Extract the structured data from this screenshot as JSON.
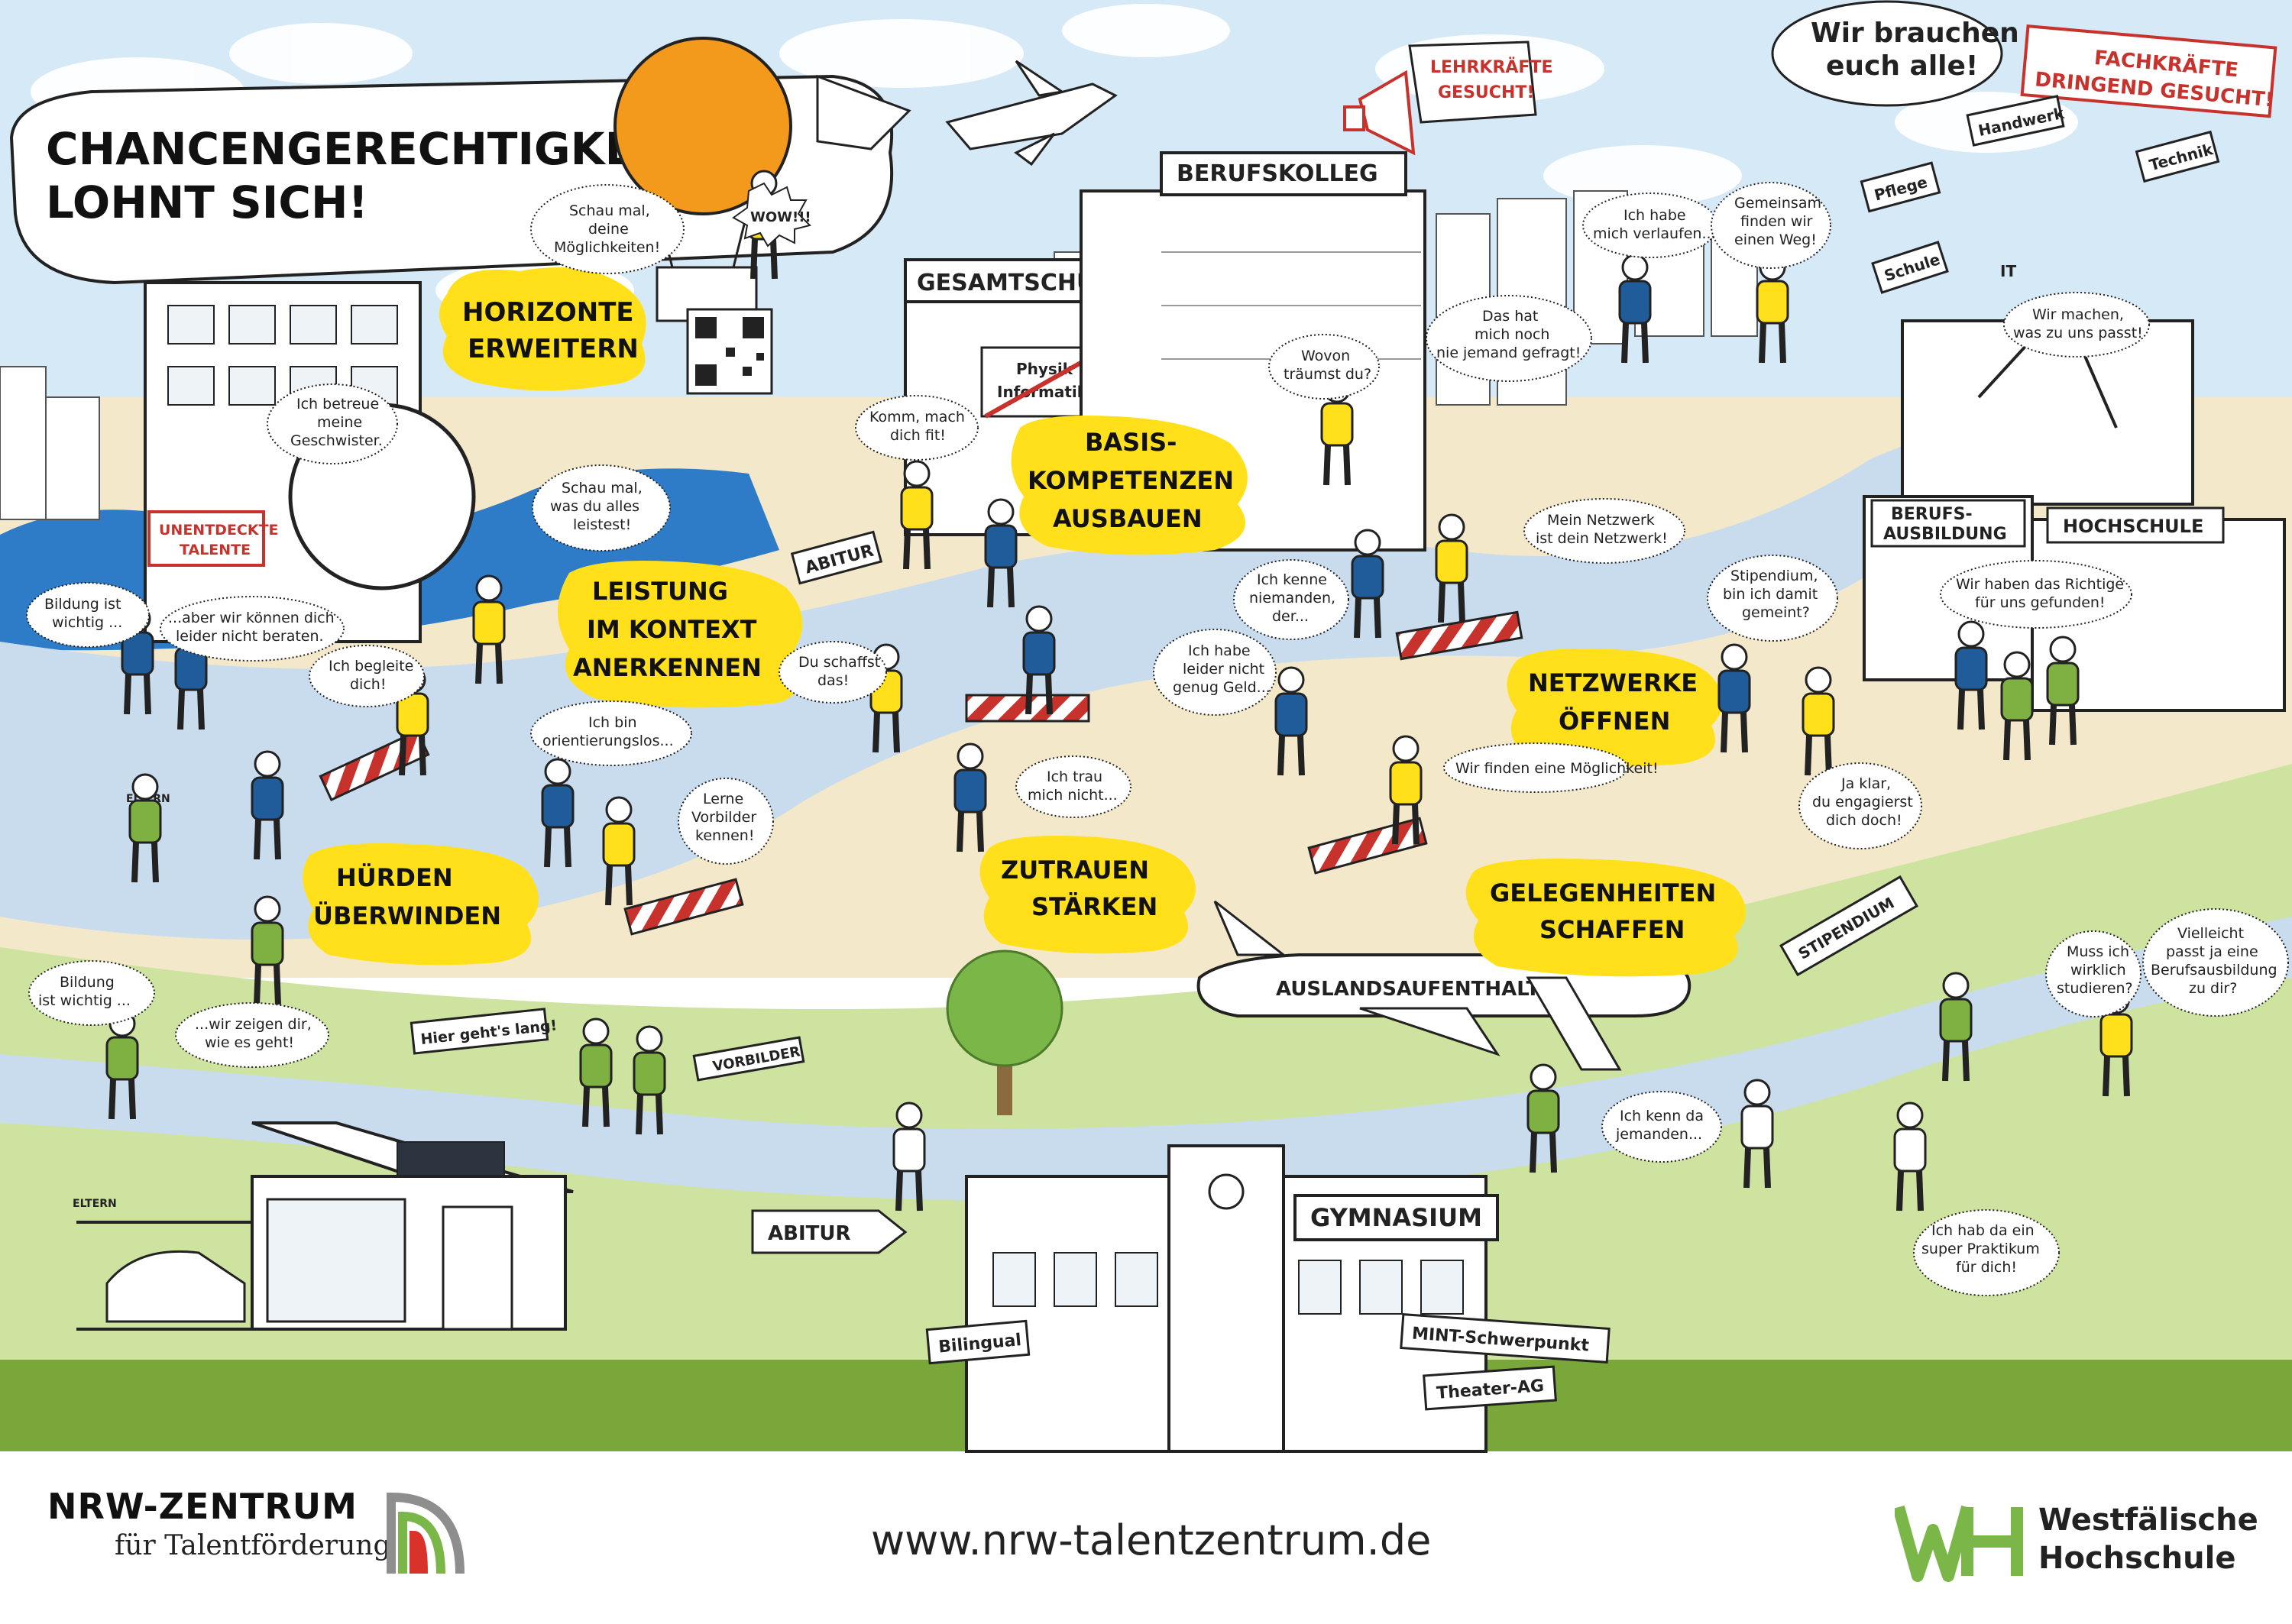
{
  "poster": {
    "title_line1": "CHANCENGERECHTIGKEIT",
    "title_line2": "LOHNT SICH!"
  },
  "callouts": {
    "horizonte_1": "HORIZONTE",
    "horizonte_2": "ERWEITERN",
    "basis_1": "BASIS-",
    "basis_2": "KOMPETENZEN",
    "basis_3": "AUSBAUEN",
    "leistung_1": "LEISTUNG",
    "leistung_2": "IM KONTEXT",
    "leistung_3": "ANERKENNEN",
    "netzwerke_1": "NETZWERKE",
    "netzwerke_2": "ÖFFNEN",
    "huerden_1": "HÜRDEN",
    "huerden_2": "ÜBERWINDEN",
    "zutrauen_1": "ZUTRAUEN",
    "zutrauen_2": "STÄRKEN",
    "gelegenheiten_1": "GELEGENHEITEN",
    "gelegenheiten_2": "SCHAFFEN"
  },
  "signs": {
    "berufskolleg": "BERUFSKOLLEG",
    "gesamtschule": "GESAMTSCHULE",
    "physik": "Physik",
    "informatik": "Informatik",
    "berufsausbildung_1": "BERUFS-",
    "berufsausbildung_2": "AUSBILDUNG",
    "hochschule": "HOCHSCHULE",
    "unentdeckte_1": "UNENTDECKTE",
    "unentdeckte_2": "TALENTE",
    "abitur_small": "ABITUR",
    "abitur_arrow": "ABITUR",
    "gymnasium": "GYMNASIUM",
    "bilingual": "Bilingual",
    "mint": "MINT-Schwerpunkt",
    "theater": "Theater-AG",
    "hier_gehts": "Hier geht's lang!",
    "vorbilder": "VORBILDER",
    "auslandsaufenthalt": "AUSLANDSAUFENTHALT",
    "stipendium": "STIPENDIUM",
    "eltern_1": "ELTERN",
    "eltern_2": "ELTERN",
    "lehrkraefte_1": "LEHRKRÄFTE",
    "lehrkraefte_2": "GESUCHT!",
    "fachkraefte_1": "FACHKRÄFTE",
    "fachkraefte_2": "DRINGEND GESUCHT!",
    "handwerk": "Handwerk",
    "pflege": "Pflege",
    "technik": "Technik",
    "schule": "Schule",
    "it": "IT",
    "wow": "WOW!!!"
  },
  "bubbles": {
    "wir_brauchen_1": "Wir brauchen",
    "wir_brauchen_2": "euch alle!",
    "schau_moeglichkeiten_1": "Schau mal,",
    "schau_moeglichkeiten_2": "deine",
    "schau_moeglichkeiten_3": "Möglichkeiten!",
    "betreue_1": "Ich betreue",
    "betreue_2": "meine",
    "betreue_3": "Geschwister.",
    "komm_1": "Komm, mach",
    "komm_2": "dich fit!",
    "verlaufen_1": "Ich habe",
    "verlaufen_2": "mich verlaufen...",
    "gemeinsam_1": "Gemeinsam",
    "gemeinsam_2": "finden wir",
    "gemeinsam_3": "einen Weg!",
    "wovon_1": "Wovon",
    "wovon_2": "träumst du?",
    "gefragt_1": "Das hat",
    "gefragt_2": "mich noch",
    "gefragt_3": "nie jemand gefragt!",
    "wir_machen_1": "Wir machen,",
    "wir_machen_2": "was zu uns passt!",
    "leistest_1": "Schau mal,",
    "leistest_2": "was du alles",
    "leistest_3": "leistest!",
    "netzwerk_1": "Mein Netzwerk",
    "netzwerk_2": "ist dein Netzwerk!",
    "richtige_1": "Wir haben das Richtige",
    "richtige_2": "für uns gefunden!",
    "bildung1_1": "Bildung ist",
    "bildung1_2": "wichtig ...",
    "beraten_1": "...aber wir können dich",
    "beraten_2": "leider nicht beraten.",
    "kenne_1": "Ich kenne",
    "kenne_2": "niemanden,",
    "kenne_3": "der...",
    "stipendium_1": "Stipendium,",
    "stipendium_2": "bin ich damit",
    "stipendium_3": "gemeint?",
    "begleite_1": "Ich begleite",
    "begleite_2": "dich!",
    "schaffst_1": "Du schaffst",
    "schaffst_2": "das!",
    "geld_1": "Ich habe",
    "geld_2": "leider nicht",
    "geld_3": "genug Geld...",
    "orientierungslos_1": "Ich bin",
    "orientierungslos_2": "orientierungslos...",
    "trau_1": "Ich trau",
    "trau_2": "mich nicht...",
    "moeglichkeit": "Wir finden eine Möglichkeit!",
    "ja_klar_1": "Ja klar,",
    "ja_klar_2": "du engagierst",
    "ja_klar_3": "dich doch!",
    "lerne_1": "Lerne",
    "lerne_2": "Vorbilder",
    "lerne_3": "kennen!",
    "bildung2_1": "Bildung",
    "bildung2_2": "ist wichtig ...",
    "zeigen_1": "...wir zeigen dir,",
    "zeigen_2": "wie es geht!",
    "studieren_1": "Muss ich",
    "studieren_2": "wirklich",
    "studieren_3": "studieren?",
    "vielleicht_1": "Vielleicht",
    "vielleicht_2": "passt ja eine",
    "vielleicht_3": "Berufsausbildung",
    "vielleicht_4": "zu dir?",
    "kenn_da_1": "Ich kenn da",
    "kenn_da_2": "jemanden...",
    "praktikum_1": "Ich hab da ein",
    "praktikum_2": "super Praktikum",
    "praktikum_3": "für dich!"
  },
  "footer": {
    "org_name": "NRW-ZENTRUM",
    "org_sub": "für Talentförderung",
    "url": "www.nrw-talentzentrum.de",
    "partner_1": "Westfälische",
    "partner_2": "Hochschule"
  },
  "colors": {
    "sky": "#d6e9f6",
    "sand": "#f3e8c9",
    "water": "#c9dcee",
    "grass": "#cfe3a0",
    "yellow": "#ffe01b",
    "orange": "#f39a1d",
    "blue_shirt": "#1f5c99",
    "green_shirt": "#7fb042",
    "barrier_red": "#c8322c"
  }
}
